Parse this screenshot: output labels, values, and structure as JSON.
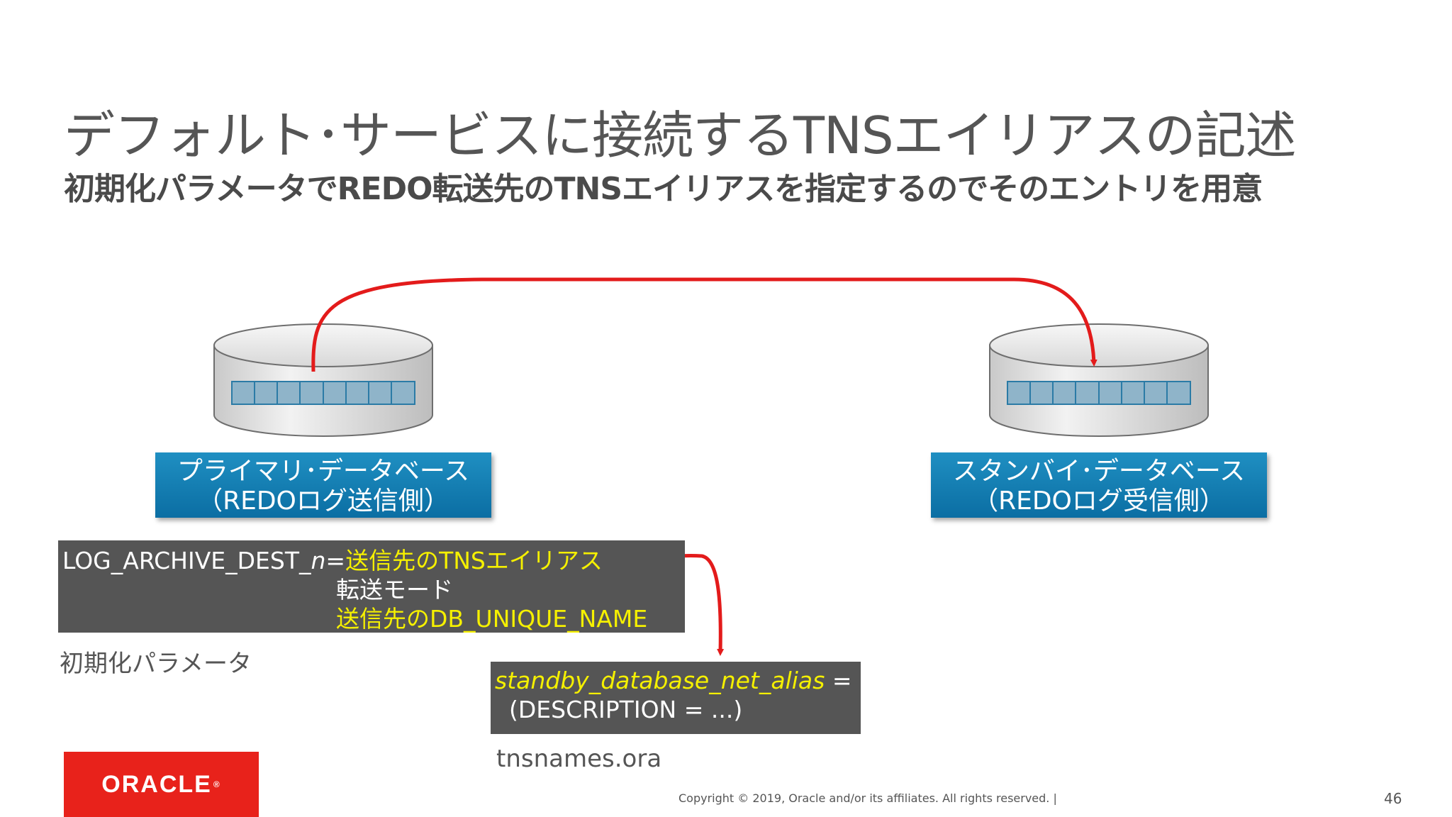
{
  "slide": {
    "title": "デフォルト･サービスに接続するTNSエイリアスの記述",
    "subtitle": "初期化パラメータでREDO転送先のTNSエイリアスを指定するのでそのエントリを用意"
  },
  "primary_db": {
    "line1": "プライマリ･データベース",
    "line2": "（REDOログ送信側）"
  },
  "standby_db": {
    "line1": "スタンバイ･データベース",
    "line2": "（REDOログ受信側）"
  },
  "param_box": {
    "prefix": "LOG_ARCHIVE_DEST_",
    "n": "n",
    "eq": "=",
    "value1": "送信先のTNSエイリアス",
    "value2": "転送モード",
    "value3": "送信先のDB_UNIQUE_NAME",
    "caption": "初期化パラメータ"
  },
  "tns_box": {
    "alias": "standby_database_net_alias",
    "eq": " =",
    "description": "(DESCRIPTION = ...)",
    "caption": "tnsnames.ora"
  },
  "logo": {
    "text": "ORACLE",
    "mark": "®"
  },
  "footer": {
    "copyright": "Copyright © 2019, Oracle and/or its affiliates. All rights reserved.  |",
    "page": "46"
  },
  "colors": {
    "arrow": "#e31b1b",
    "highlight": "#f5f000",
    "box_dark": "#555555",
    "label_blue": "#0b6ea3",
    "oracle_red": "#e8221b"
  }
}
